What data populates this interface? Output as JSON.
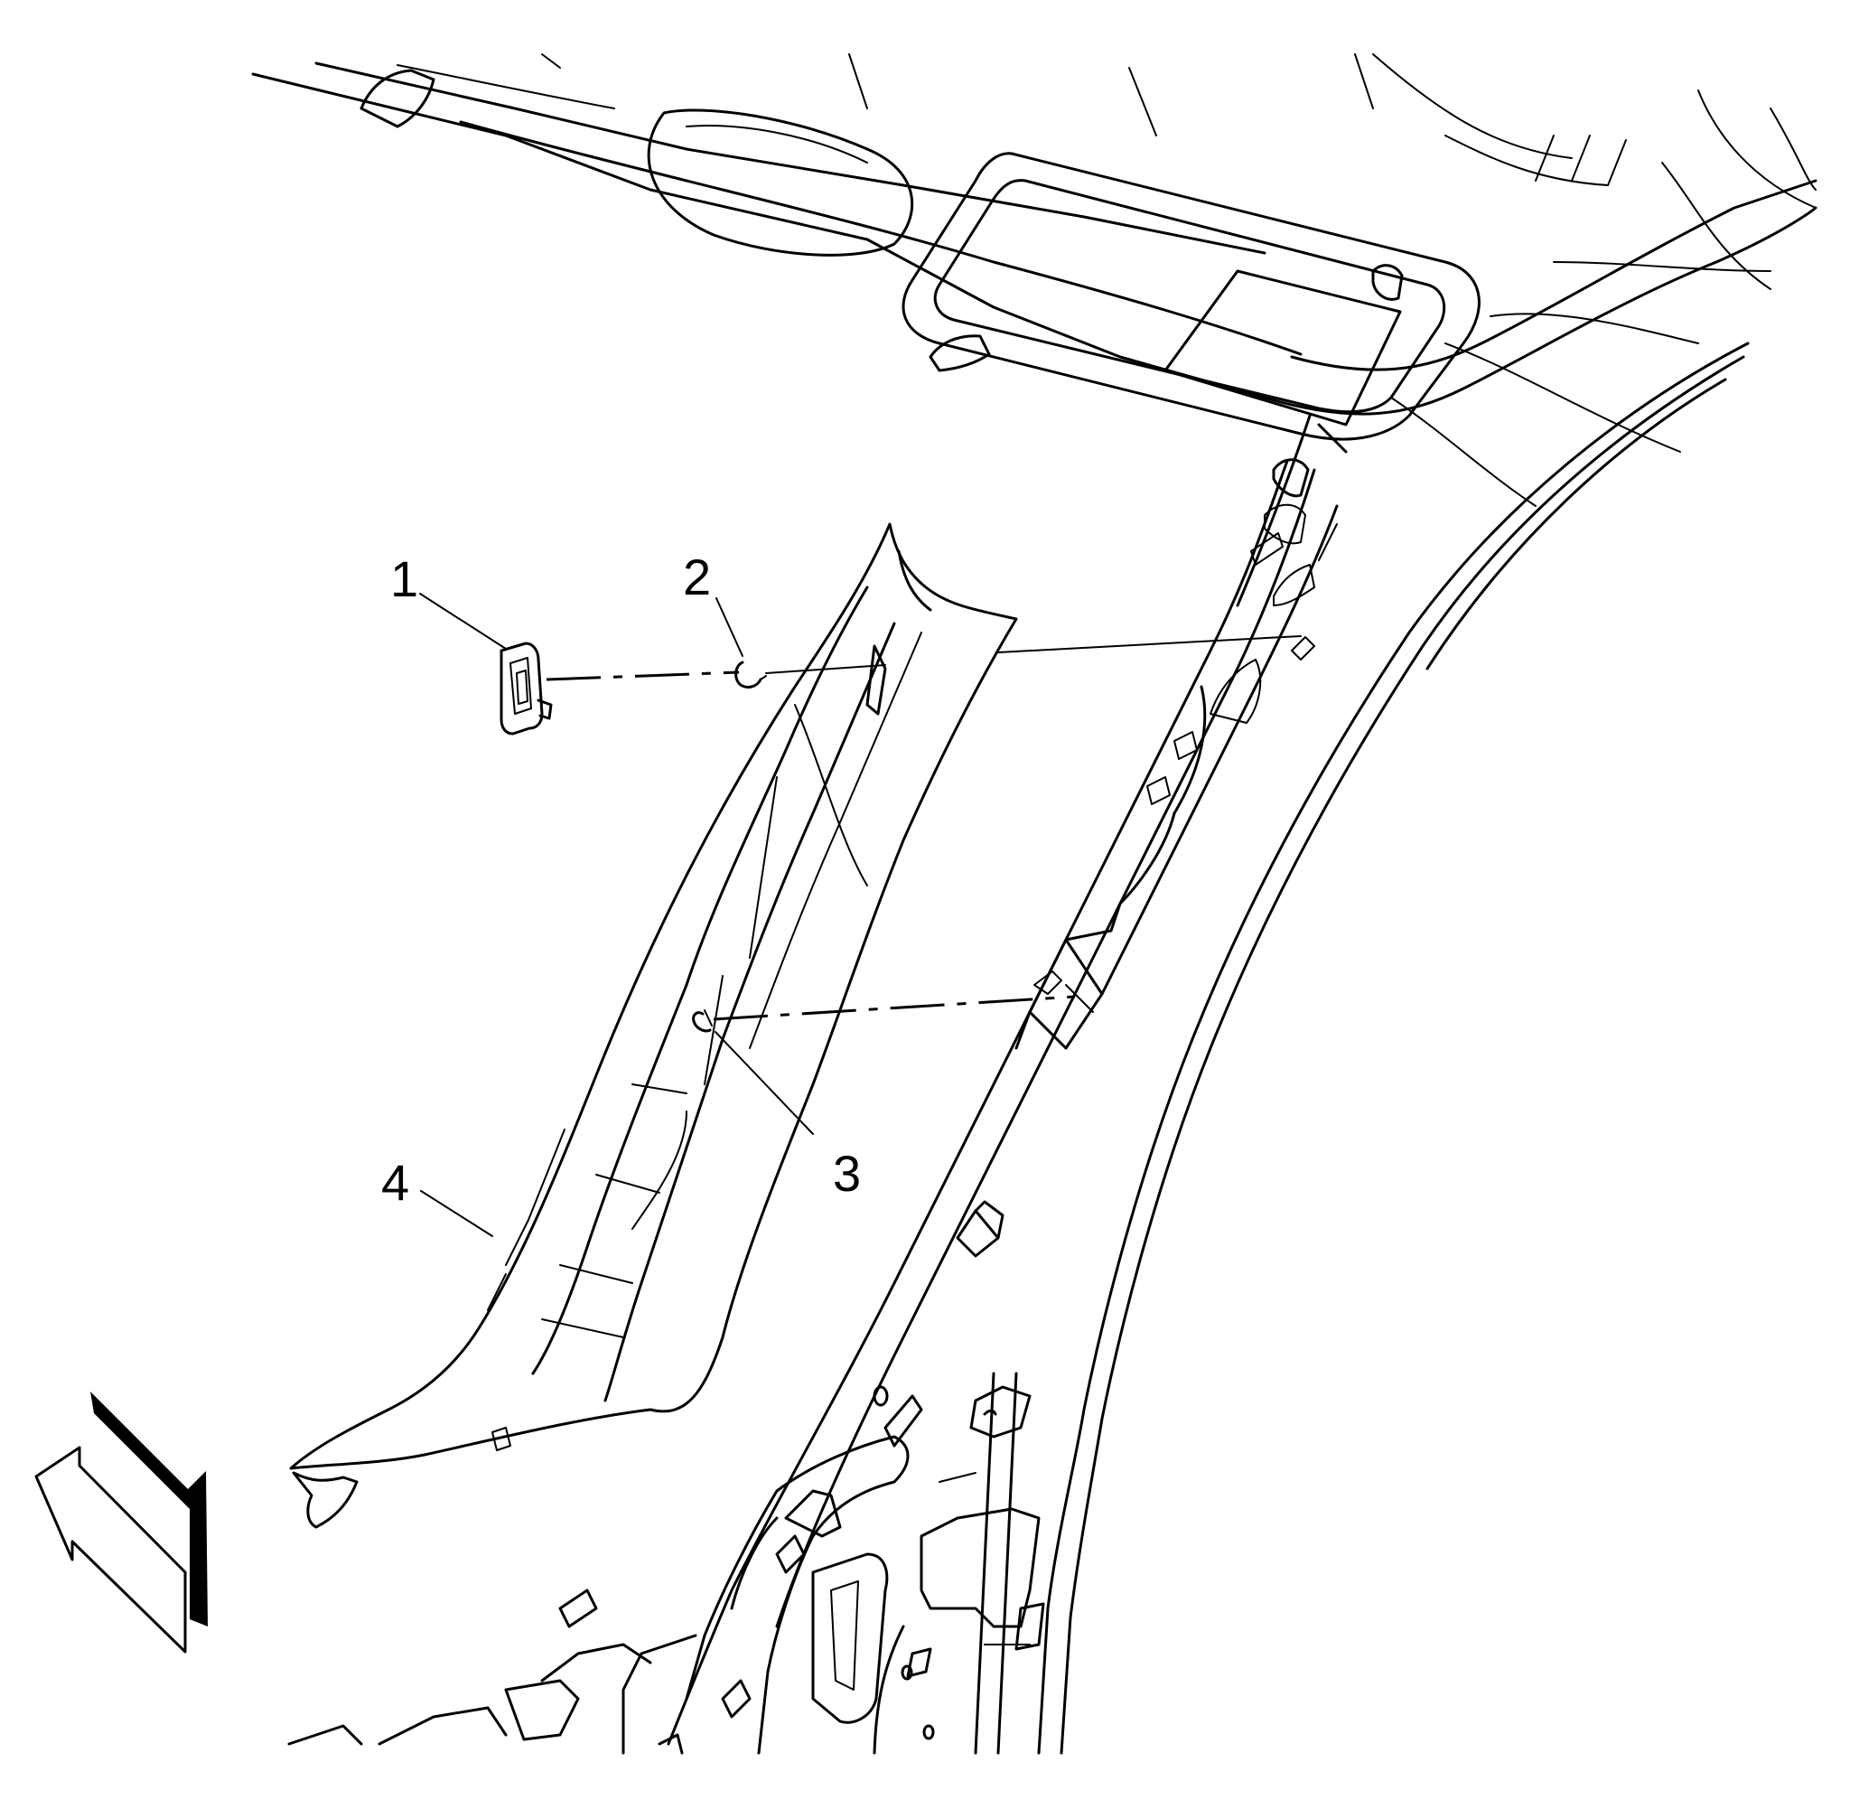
{
  "callouts": [
    {
      "id": "1",
      "label": "1"
    },
    {
      "id": "2",
      "label": "2"
    },
    {
      "id": "3",
      "label": "3"
    },
    {
      "id": "4",
      "label": "4"
    }
  ],
  "view_arrow": {
    "icon": "front-direction-arrow-icon"
  },
  "colors": {
    "line": "#000000",
    "background": "#ffffff"
  }
}
